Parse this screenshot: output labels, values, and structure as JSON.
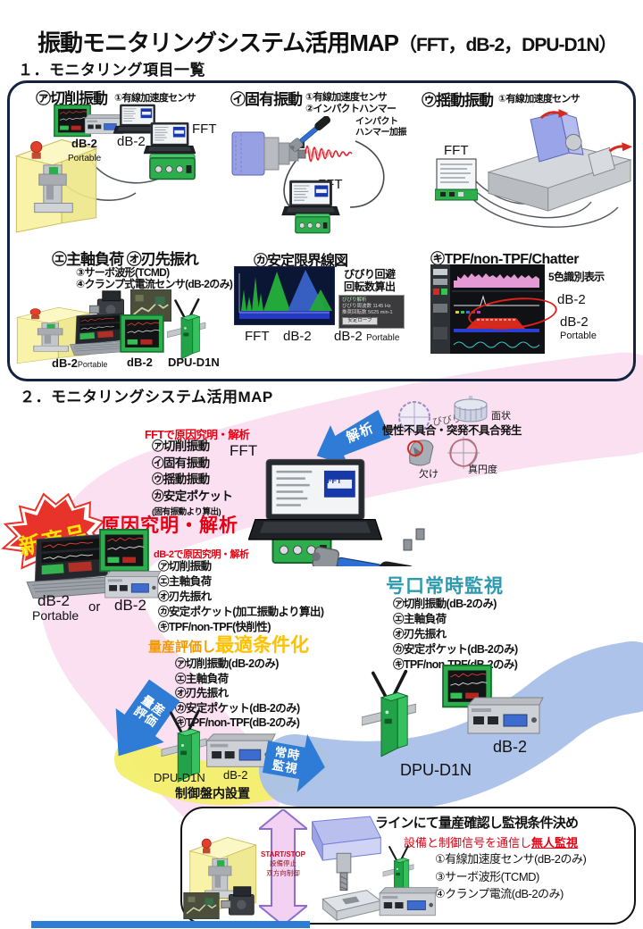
{
  "title": {
    "main": "振動モニタリングシステム活用MAP",
    "sub": "（FFT，dB-2，DPU-D1N）"
  },
  "colors": {
    "red": "#E60012",
    "orange": "#F39800",
    "gold": "#FFC000",
    "teal": "#2B9AAF",
    "arrow_blue": "#2F7CD6",
    "pink_band": "#F6C6E6",
    "blue_band": "#A9C0E8",
    "yellow_band": "#F3EF6B",
    "badge_red": "#E8332A",
    "badge_text": "#FFE600"
  },
  "section1": {
    "heading": "１．モニタリング項目一覧",
    "p1": {
      "title": "㋐切削振動",
      "sub": "①有線加速度センサ",
      "db2p": "dB-2",
      "db2p_sub": "Portable",
      "db2": "dB-2",
      "fft": "FFT"
    },
    "p2": {
      "title": "㋑固有振動",
      "sub1": "①有線加速度センサ",
      "sub2": "②インパクトハンマー",
      "note1": "インパクト",
      "note2": "ハンマー加振",
      "fft": "FFT"
    },
    "p3": {
      "title": "㋒揺動振動",
      "sub": "①有線加速度センサ",
      "fft": "FFT"
    },
    "p4": {
      "title": "㋓主軸負荷 ㋔刃先振れ",
      "line1": "③サーボ波形(TCMD)",
      "line2": "④クランプ式電流センサ(dB-2のみ)",
      "db2p": "dB-2",
      "db2p_sub": "Portable",
      "db2": "dB-2",
      "dpu": "DPU-D1N"
    },
    "p5": {
      "title": "㋕安定限界線図",
      "note1": "びびり回避",
      "note2": "回転数算出",
      "box_title": "びびり解析",
      "box_line1": "びびり周波数 1145 Hz",
      "box_line2": "推奨回転数 5625 min-1",
      "box_button": "安定ローブ",
      "fft": "FFT",
      "db2": "dB-2",
      "db2p": "dB-2",
      "db2p_sub": "Portable"
    },
    "p6": {
      "title": "㋖TPF/non-TPF/Chatter",
      "note": "5色識別表示",
      "db2": "dB-2",
      "db2p": "dB-2",
      "db2p_sub": "Portable"
    }
  },
  "section2": {
    "heading": "２．モニタリングシステム活用MAP",
    "badge": "新商品",
    "cause_heading": "原因究明・解析",
    "fft_block": {
      "title": "FFTで原因究明・解析",
      "items": [
        "㋐切削振動",
        "㋑固有振動",
        "㋒揺動振動",
        "㋕安定ポケット"
      ],
      "note": "(固有振動より算出)",
      "fft": "FFT",
      "laptop_logo": "FFT"
    },
    "arrow_analysis": "解析",
    "defects": {
      "caption": "慢性不具合・突発不具合発生",
      "chatter": "びびり",
      "surface": "面状",
      "chip": "欠け",
      "roundness": "真円度"
    },
    "left_devices": {
      "db2p": "dB-2",
      "db2p_sub": "Portable",
      "or": "or",
      "db2": "dB-2"
    },
    "db2_block": {
      "title": "dB-2で原因究明・解析",
      "items": [
        "㋐切削振動",
        "㋓主軸負荷",
        "㋔刃先振れ",
        "㋕安定ポケット(加工振動より算出)",
        "㋖TPF/non-TPF(快削性)"
      ]
    },
    "mass_block": {
      "title_a": "量産評価し",
      "title_b": "最適条件化",
      "items": [
        "㋐切削振動(dB-2のみ)",
        "㋓主軸負荷",
        "㋔刃先振れ",
        "㋕安定ポケット(dB-2のみ)",
        "㋖TPF/non-TPF(dB-2のみ)"
      ]
    },
    "line_block": {
      "title": "号口常時監視",
      "items": [
        "㋐切削振動(dB-2のみ)",
        "㋓主軸負荷",
        "㋔刃先振れ",
        "㋕安定ポケット(dB-2のみ)",
        "㋖TPF/non-TPF(dB-2のみ)"
      ]
    },
    "arrow_mass1": "量産",
    "arrow_mass2": "評価",
    "arrow_watch1": "常時",
    "arrow_watch2": "監視",
    "control": {
      "dpu": "DPU-D1N",
      "db2": "dB-2",
      "caption": "制御盤内設置"
    },
    "right_devices": {
      "dpu": "DPU-D1N",
      "db2": "dB-2"
    },
    "bottom_box": {
      "title": "ラインにて量産確認し監視条件決め",
      "sub_pre": "設備と制御信号を通信し",
      "sub_em": "無人監視",
      "items": [
        "①有線加速度センサ(dB-2のみ)",
        "③サーボ波形(TCMD)",
        "④クランプ電流(dB-2のみ)"
      ],
      "arrow1": "START/STOP",
      "arrow2": "設備停止",
      "arrow3": "双方向制御"
    }
  }
}
